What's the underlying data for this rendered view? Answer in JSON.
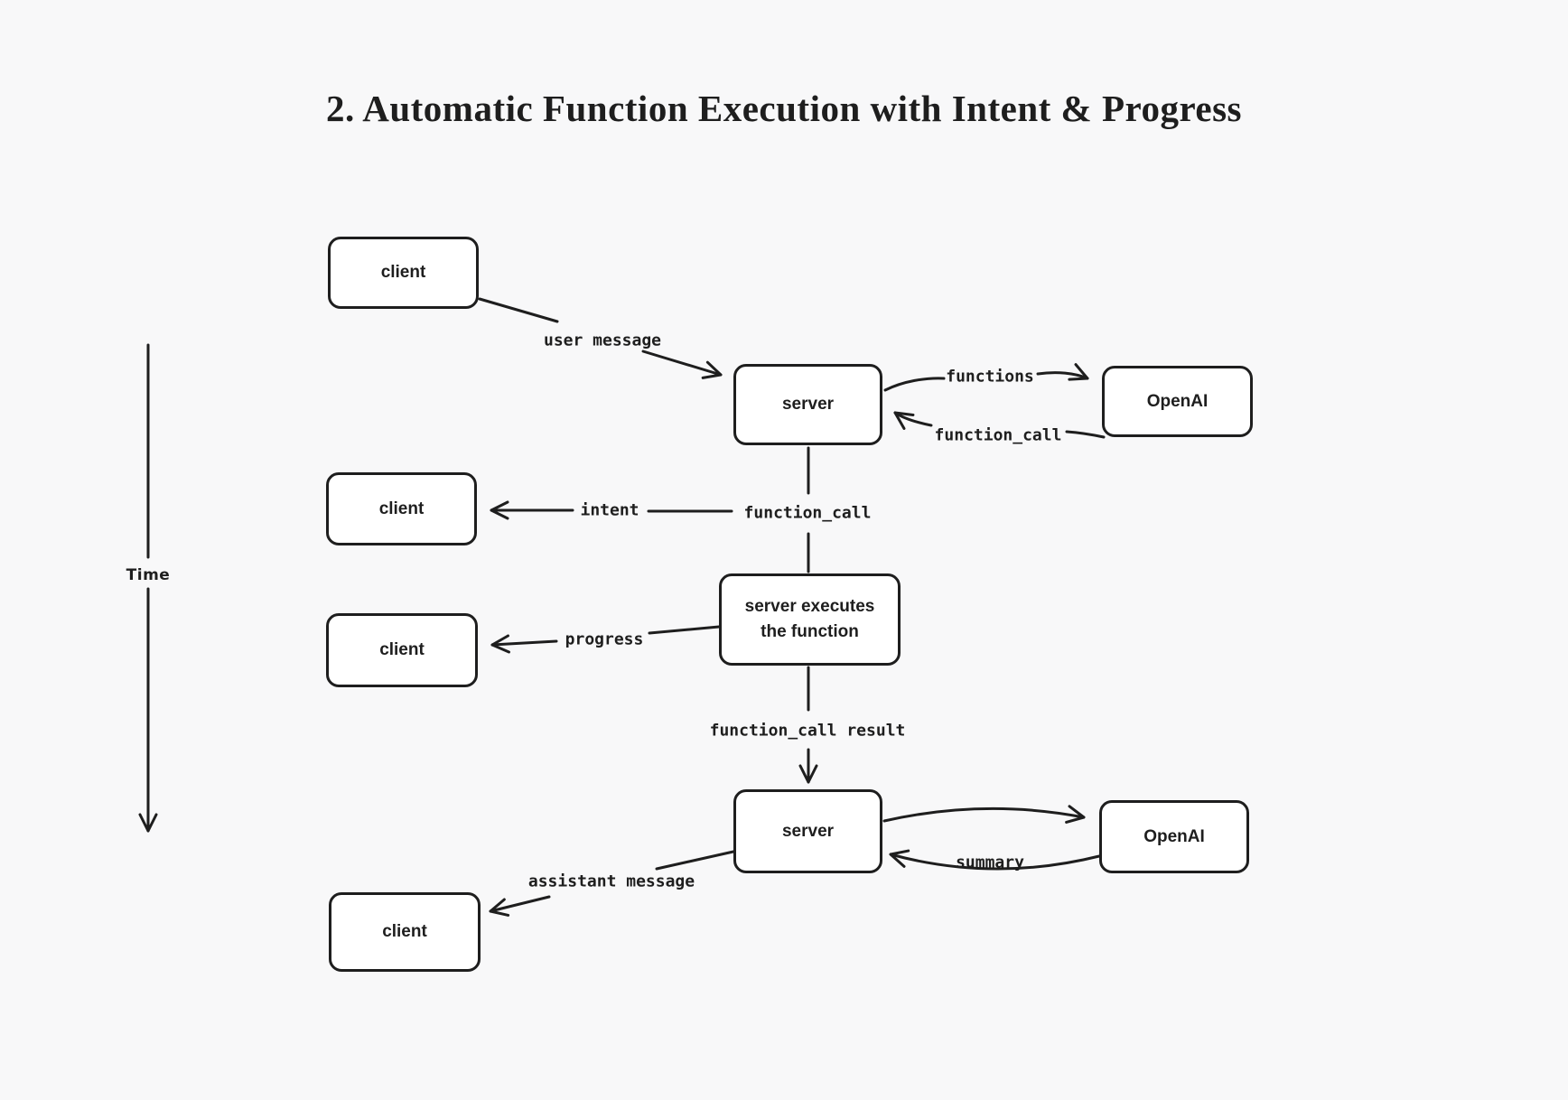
{
  "title": "2. Automatic Function Execution with Intent & Progress",
  "time_axis": {
    "label": "Time"
  },
  "nodes": {
    "client1": {
      "label": "client"
    },
    "server1": {
      "label": "server"
    },
    "openai1": {
      "label": "OpenAI"
    },
    "client2": {
      "label": "client"
    },
    "server_exec": {
      "label": "server executes\nthe function"
    },
    "client3": {
      "label": "client"
    },
    "server2": {
      "label": "server"
    },
    "openai2": {
      "label": "OpenAI"
    },
    "client4": {
      "label": "client"
    }
  },
  "edges": {
    "user_message": {
      "label": "user message"
    },
    "functions": {
      "label": "functions"
    },
    "function_call_from_openai": {
      "label": "function_call"
    },
    "function_call_to_exec": {
      "label": "function_call"
    },
    "intent": {
      "label": "intent"
    },
    "progress": {
      "label": "progress"
    },
    "function_call_result": {
      "label": "function_call result"
    },
    "summary": {
      "label": "summary"
    },
    "assistant_message": {
      "label": "assistant message"
    }
  },
  "colors": {
    "background": "#f8f8f9",
    "stroke": "#1e1e1e",
    "node_fill": "#ffffff",
    "text": "#1e1e1e"
  }
}
